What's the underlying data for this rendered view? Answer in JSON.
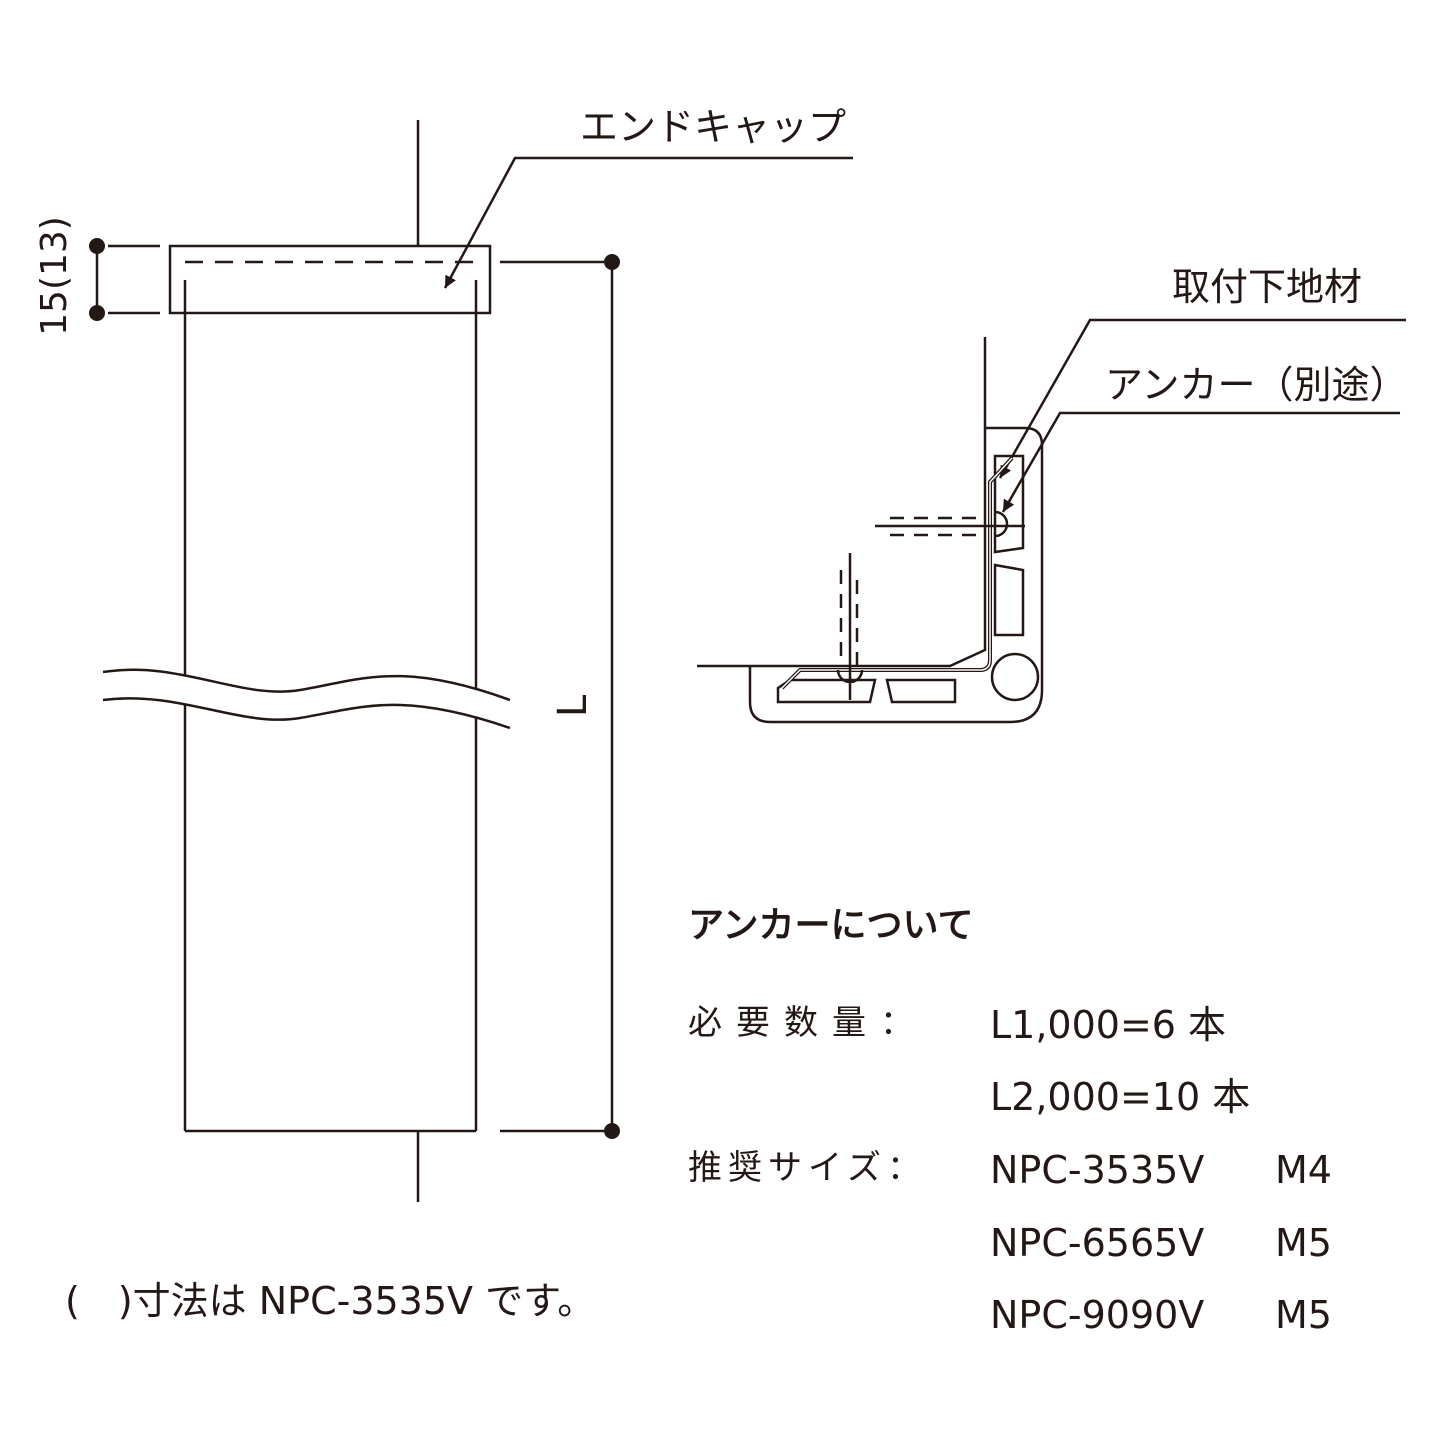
{
  "labels": {
    "end_cap": "エンドキャップ",
    "base_material": "取付下地材",
    "anchor": "アンカー（別途）",
    "dim_cap": "15(13)",
    "dim_length": "L"
  },
  "anchor_info": {
    "title": "アンカーについて",
    "quantity_label": "必要数量：",
    "quantity_values": [
      "L1,000=6 本",
      "L2,000=10 本"
    ],
    "size_label": "推奨サイズ：",
    "sizes": [
      {
        "model": "NPC-3535V",
        "screw": "M4"
      },
      {
        "model": "NPC-6565V",
        "screw": "M5"
      },
      {
        "model": "NPC-9090V",
        "screw": "M5"
      }
    ]
  },
  "footnote": "(　)寸法は NPC-3535V です。",
  "colors": {
    "ink": "#231815"
  }
}
